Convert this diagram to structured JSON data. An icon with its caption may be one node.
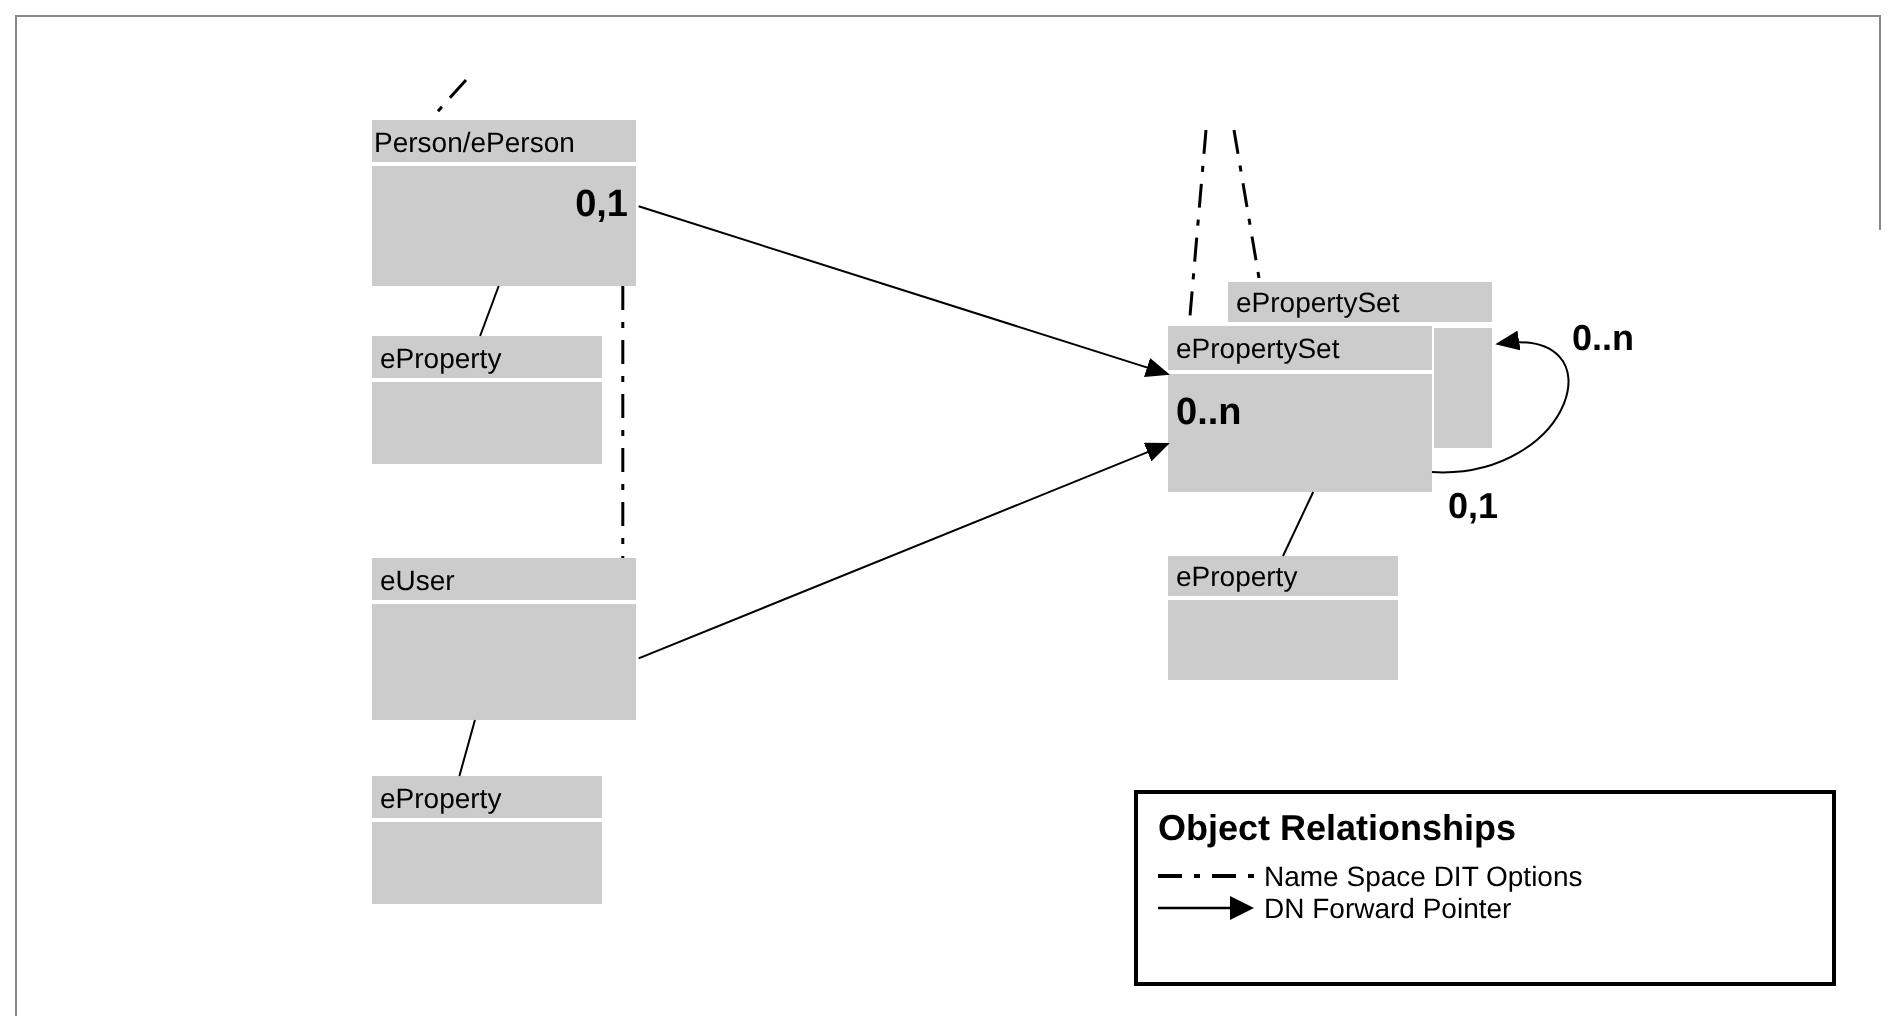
{
  "diagram": {
    "nodes": [
      {
        "text": [
          "Person/ePerson",
          "0,1"
        ]
      },
      {
        "text": [
          "eProperty"
        ]
      },
      {
        "text": [
          "eUser"
        ]
      },
      {
        "text": [
          "eProperty"
        ]
      },
      {
        "text": [
          "ePropertySet"
        ]
      },
      {
        "text": [
          "ePropertySet",
          "0..n"
        ]
      },
      {
        "text": [
          "eProperty"
        ]
      }
    ],
    "edges": [
      {
        "from": null,
        "to": 0,
        "arrow": "none",
        "style": "dashed"
      },
      {
        "from": 0,
        "to": 1,
        "arrow": "none"
      },
      {
        "from": 0,
        "to": 2,
        "arrow": "none",
        "style": "dashed"
      },
      {
        "from": 2,
        "to": 3,
        "arrow": "none"
      },
      {
        "from": 0,
        "to": 5,
        "arrow": "to"
      },
      {
        "from": 2,
        "to": 5,
        "arrow": "to"
      },
      {
        "from": null,
        "to": 5,
        "arrow": "none",
        "style": "dashed"
      },
      {
        "from": null,
        "to": 4,
        "arrow": "none",
        "style": "dashed"
      },
      {
        "from": 5,
        "to": 4,
        "arrow": "to"
      },
      {
        "from": 5,
        "to": 6,
        "arrow": "none"
      }
    ],
    "labels": [
      "0..n",
      "0,1",
      "Object Relationships"
    ],
    "legend": [
      {
        "text": "Name Space DIT Options"
      },
      {
        "text": "DN Forward Pointer"
      }
    ]
  }
}
